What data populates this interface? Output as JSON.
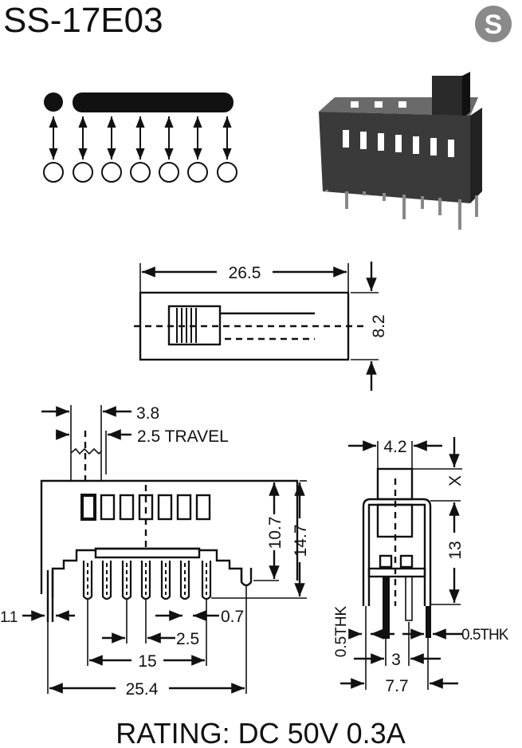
{
  "title": "SS-17E03",
  "logo_letter": "S",
  "rating": "RATING: DC 50V 0.3A",
  "top_view": {
    "length": "26.5",
    "width": "8.2"
  },
  "front_view": {
    "actuator_width": "3.8",
    "travel": "2.5 TRAVEL",
    "body_height": "10.7",
    "total_height": "14.7",
    "mount_pin_width": "1.1",
    "pin_width": "0.7",
    "pin_pitch": "2.5",
    "pin_span": "15",
    "mount_span": "25.4"
  },
  "side_view": {
    "actuator_width": "4.2",
    "actuator_height": "X",
    "height": "13",
    "thickness_left": "0.5THK",
    "thickness_right": "0.5THK",
    "pin_row_spacing": "3",
    "mount_span": "7.7"
  },
  "colors": {
    "ink": "#111111",
    "logo": "#8a8a8a",
    "body": "#3a3a3a"
  }
}
